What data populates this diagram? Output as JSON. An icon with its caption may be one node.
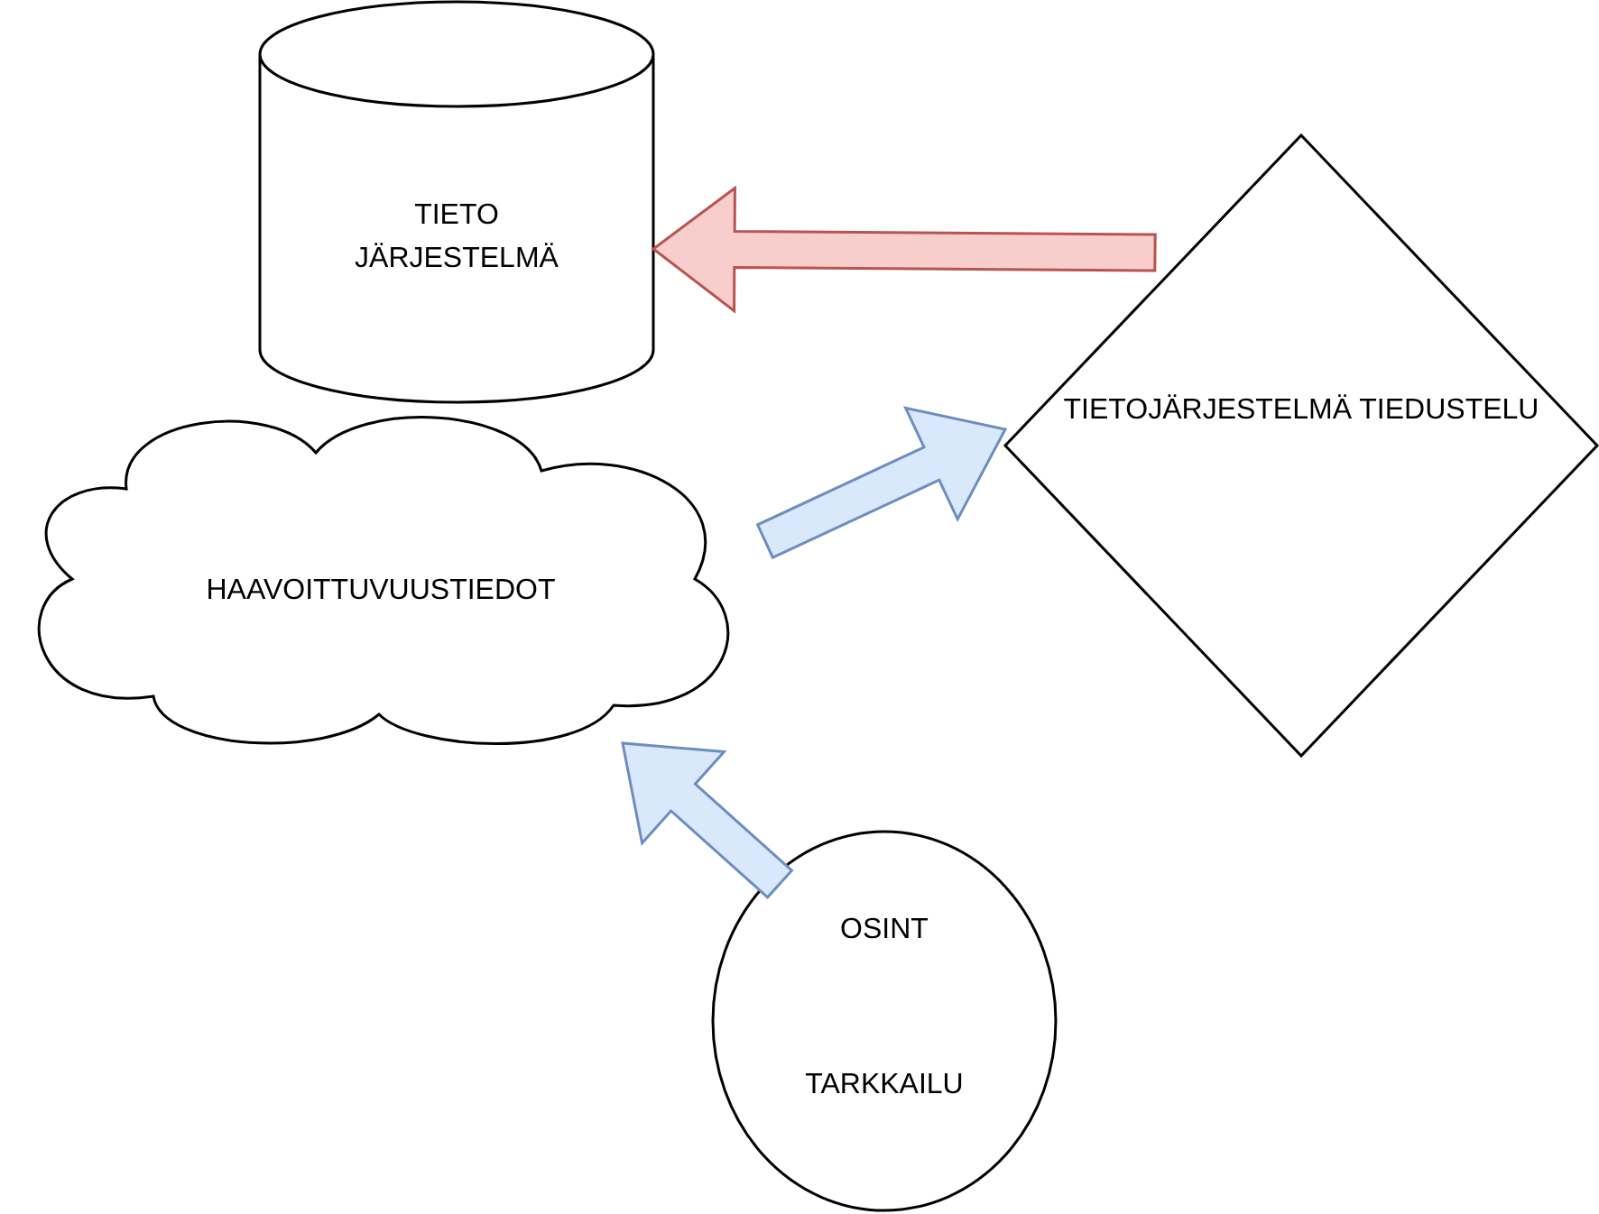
{
  "diagram": {
    "nodes": [
      {
        "text": [
          "TIETO JÄRJESTELMÄ"
        ]
      },
      {
        "text": [
          "HAAVOITTUVUUSTIEDOT"
        ]
      },
      {
        "text": [
          "TIETOJÄRJESTELMÄ TIEDUSTELU"
        ]
      },
      {
        "text": [
          "OSINT",
          "TARKKAILU"
        ]
      }
    ],
    "edges": [
      {
        "from": 2,
        "to": 0,
        "arrow": "to",
        "style": "thick",
        "color": "#b85450"
      },
      {
        "from": 1,
        "to": 2,
        "arrow": "to",
        "style": "thick"
      },
      {
        "from": 3,
        "to": 1,
        "arrow": "to",
        "style": "thick"
      }
    ]
  }
}
